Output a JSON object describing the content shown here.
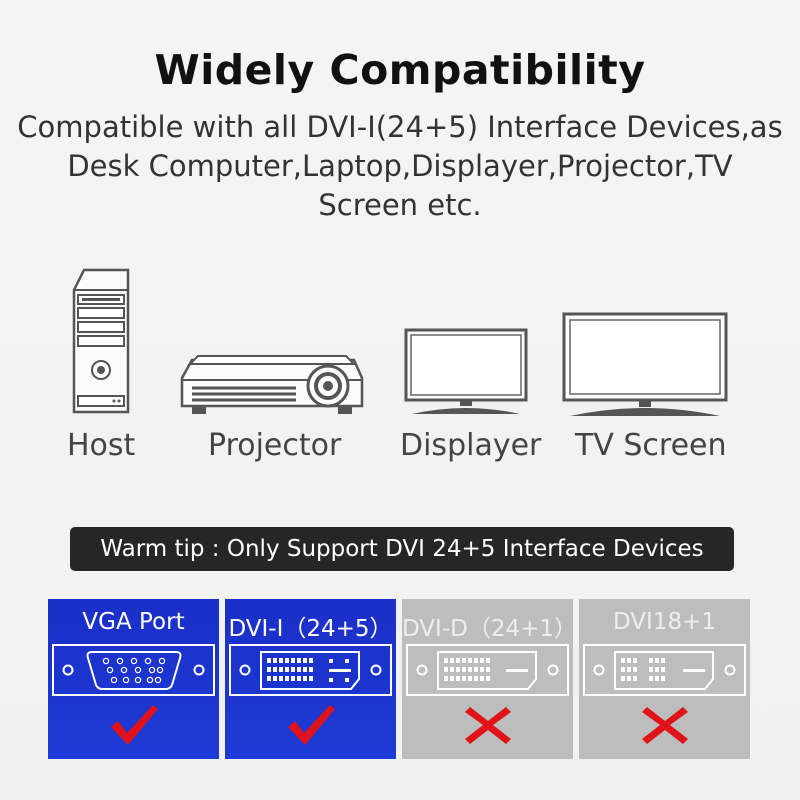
{
  "header": {
    "title": "Widely Compatibility",
    "description_lines": [
      "Compatible with all DVI-I(24+5) Interface Devices,as",
      "Desk Computer,Laptop,Displayer,Projector,TV",
      "Screen etc."
    ]
  },
  "devices": [
    {
      "label": "Host",
      "icon": "host-tower-icon"
    },
    {
      "label": "Projector",
      "icon": "projector-icon"
    },
    {
      "label": "Displayer",
      "icon": "monitor-icon"
    },
    {
      "label": "TV Screen",
      "icon": "tv-screen-icon"
    }
  ],
  "tip": {
    "text": "Warm tip :  Only Support DVI 24+5 Interface Devices"
  },
  "ports": [
    {
      "label": "VGA Port",
      "supported": true,
      "icon": "vga-port-icon",
      "mark": "checkmark-icon"
    },
    {
      "label": "DVI-I（24+5）",
      "supported": true,
      "icon": "dvi-i-port-icon",
      "mark": "checkmark-icon"
    },
    {
      "label": "DVI-D（24+1）",
      "supported": false,
      "icon": "dvi-d-port-icon",
      "mark": "cross-icon"
    },
    {
      "label": "DVI18+1",
      "supported": false,
      "icon": "dvi-18-port-icon",
      "mark": "cross-icon"
    }
  ],
  "colors": {
    "supported_bg": "#1e3ad6",
    "unsupported_bg": "#bdbdbd",
    "mark": "#e0121a",
    "tip_bg": "#262626"
  }
}
